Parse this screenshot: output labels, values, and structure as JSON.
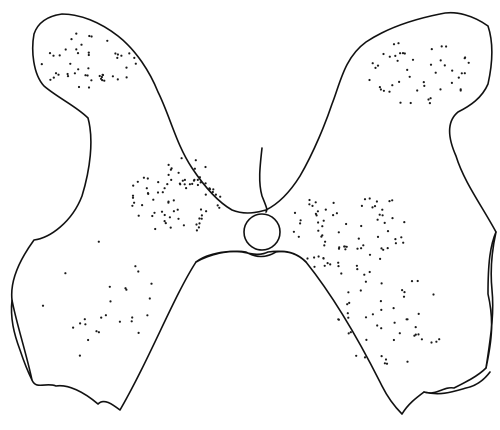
{
  "figure": {
    "subject": "spinal-cord-cross-section-outline",
    "labels": [],
    "colors": {
      "background": "#ffffff",
      "ink": "#111111",
      "dots": "#1a1a1a"
    }
  },
  "stipple_regions": [
    {
      "region": "left-dorsal-horn",
      "density": "moderate"
    },
    {
      "region": "left-intermediate",
      "density": "high"
    },
    {
      "region": "left-ventral-horn",
      "density": "sparse"
    },
    {
      "region": "right-dorsal-horn",
      "density": "moderate"
    },
    {
      "region": "right-intermediate",
      "density": "high"
    },
    {
      "region": "right-ventral-horn",
      "density": "moderate"
    }
  ]
}
